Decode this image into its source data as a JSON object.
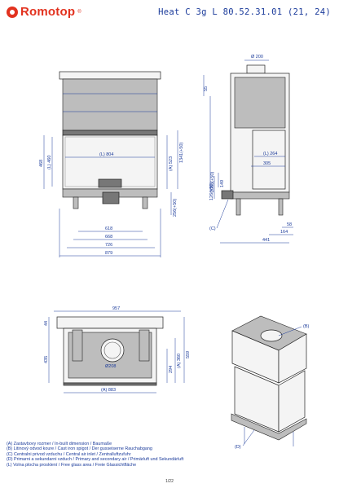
{
  "header": {
    "brand": "Romotop",
    "brand_reg": "®",
    "model": "Heat C 3g L 80.52.31.01 (21, 24)"
  },
  "dims": {
    "front": {
      "w_l": "(L) 804",
      "w618": "618",
      "w668": "668",
      "w726": "726",
      "w879": "879",
      "h468": "468",
      "h_l460": "(L) 460",
      "h_a523": "(A) 523",
      "h1341": "1341(+50)",
      "h256": "256(+50)"
    },
    "side": {
      "d200": "Ø 200",
      "h55": "55",
      "h1085": "1085(+50)",
      "w_l264": "(L) 264",
      "w305": "305",
      "h149": "149",
      "h126": "126(+50)",
      "c": "(C)",
      "w58": "58",
      "w164": "164",
      "w441": "441"
    },
    "plan": {
      "w957": "957",
      "h44": "44",
      "h435": "435",
      "h_a294": "294",
      "h_a360": "(A) 360",
      "h559": "559",
      "w_a883": "(A) 883",
      "d208": "Ø208"
    },
    "iso": {
      "b": "(B)",
      "d": "(D)"
    }
  },
  "legend": [
    "(A)  Zastavbovy rozmer / In-built dimension / Baumaße",
    "(B)  Litinový odvod koure / Cast iron spigot / Der gusseiserne Rauchabgang",
    "(C)  Centralni privod vzduchu / Central air inlet / Zentralluftzufuhr",
    "(D)  Primarni a sekundarni vzduch / Primary and secondary air / Primärluft und Sekundärluft",
    "(L)  Volna plocha prosklení / Free glass area / Freie Glassichtfläche"
  ],
  "footer": {
    "page": "1/22"
  }
}
